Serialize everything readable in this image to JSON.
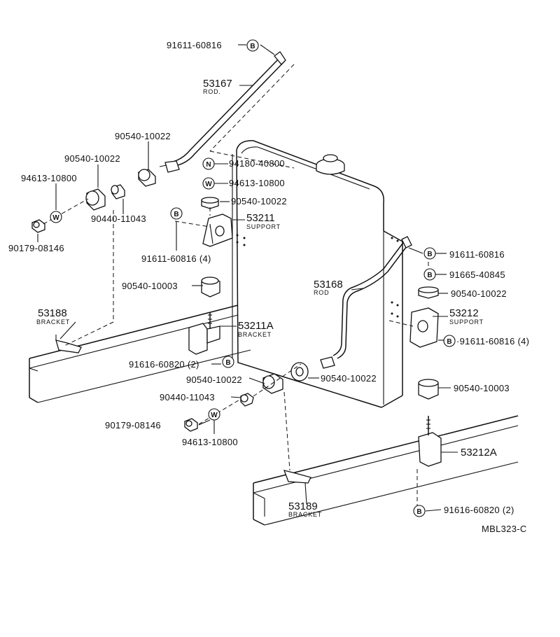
{
  "figure_code": "MBL323-C",
  "parts": {
    "rod_bolt_top": "91611-60816",
    "rod_top_num": "53167",
    "rod_top_sub": "ROD.",
    "cushion_left_a": "90540-10022",
    "cushion_left_b": "90540-10022",
    "washer_left": "94613-10800",
    "collar_left": "90440-11043",
    "nut_left": "90179-08146",
    "nut_mid": "94180-40800",
    "washer_mid": "94613-10800",
    "cushion_mid": "90540-10022",
    "support_left_num": "53211",
    "support_left_sub": "SUPPORT",
    "bolt_support_left": "91611-60816 (4)",
    "cushion_10003_left": "90540-10003",
    "bracket_left_num": "53188",
    "bracket_left_sub": "BRACKET",
    "bracket_53211A_num": "53211A",
    "bracket_53211A_sub": "BRACKET",
    "bolt_lower_left": "91616-60820 (2)",
    "cushion_lower_a": "90540-10022",
    "cushion_lower_b": "90540-10022",
    "collar_lower": "90440-11043",
    "nut_lower": "90179-08146",
    "washer_lower": "94613-10800",
    "bolt_right_top": "91611-60816",
    "bolt_right_b": "91665-40845",
    "cushion_right": "90540-10022",
    "rod_right_num": "53168",
    "rod_right_sub": "ROD",
    "support_right_num": "53212",
    "support_right_sub": "SUPPORT",
    "bolt_support_right": "·91611-60816 (4)",
    "cushion_10003_right": "90540-10003",
    "bracket_53212A": "53212A",
    "bracket_lower_num": "53189",
    "bracket_lower_sub": "BRACKET",
    "bolt_lower_right": "91616-60820 (2)"
  },
  "symbols": {
    "bolt": "B",
    "nut": "N",
    "washer": "W"
  }
}
